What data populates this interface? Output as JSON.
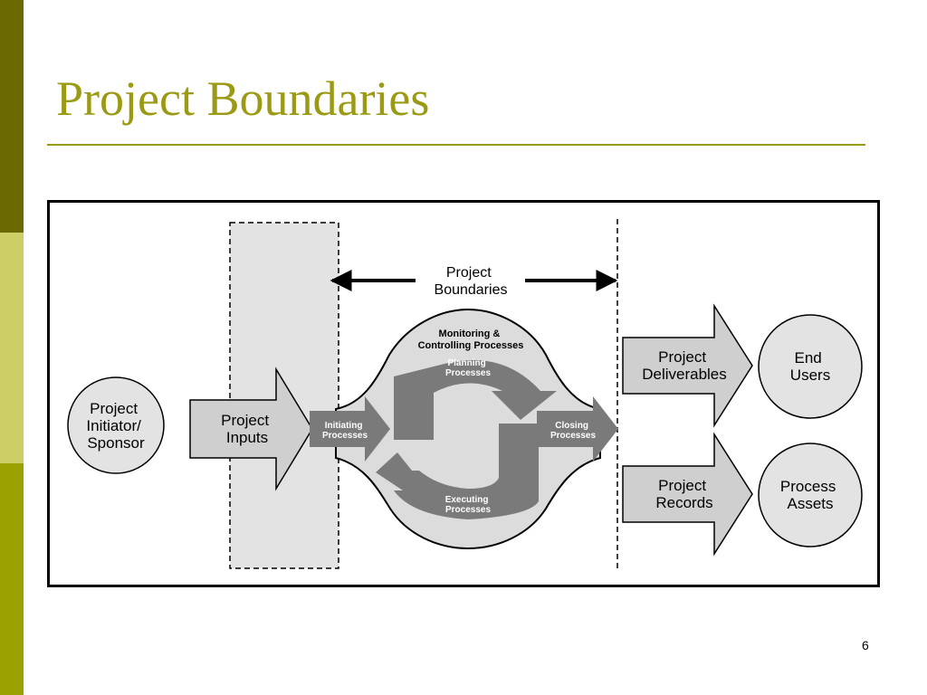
{
  "slide": {
    "title": "Project Boundaries",
    "page_number": "6"
  },
  "diagram": {
    "boundary_label": [
      "Project",
      "Boundaries"
    ],
    "initiator": [
      "Project",
      "Initiator/",
      "Sponsor"
    ],
    "inputs": [
      "Project",
      "Inputs"
    ],
    "monitoring": [
      "Monitoring &",
      "Controlling Processes"
    ],
    "planning": [
      "Planning",
      "Processes"
    ],
    "initiating": [
      "Initiating",
      "Processes"
    ],
    "closing": [
      "Closing",
      "Processes"
    ],
    "executing": [
      "Executing",
      "Processes"
    ],
    "deliverables": [
      "Project",
      "Deliverables"
    ],
    "end_users": [
      "End",
      "Users"
    ],
    "records": [
      "Project",
      "Records"
    ],
    "process_assets": [
      "Process",
      "Assets"
    ]
  },
  "colors": {
    "title": "#9a9a14",
    "bar_top": "#6b6a00",
    "bar_mid": "#cccf66",
    "bar_bottom": "#9aa000",
    "light_gray": "#d9d9d9",
    "dark_gray": "#7a7a7a"
  }
}
